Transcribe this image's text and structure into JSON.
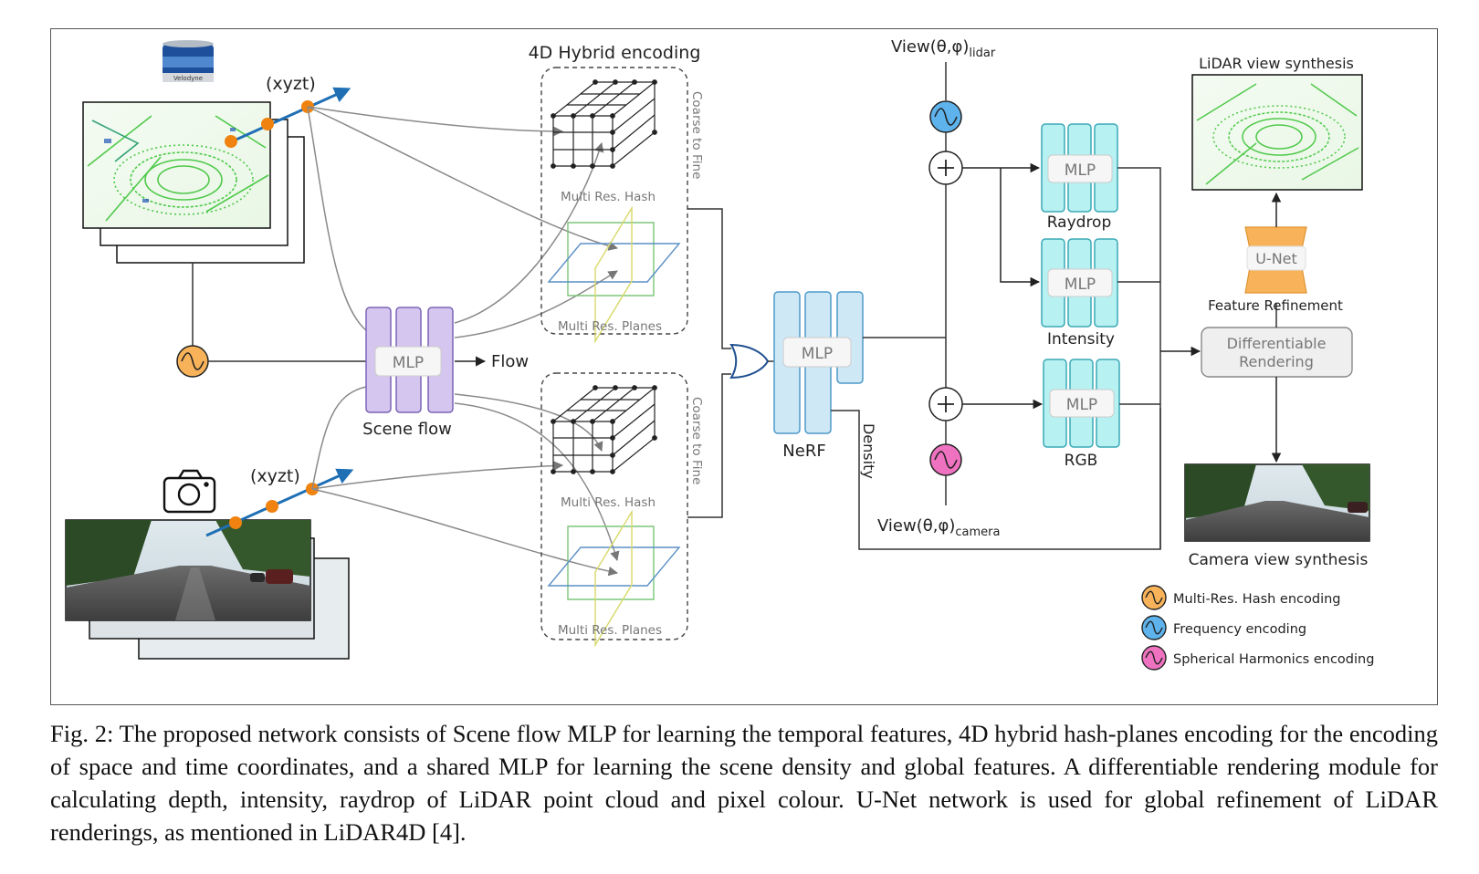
{
  "figure": {
    "labels": {
      "xyzt_top": "(xyzt)",
      "xyzt_bottom": "(xyzt)",
      "hybrid_title": "4D Hybrid encoding",
      "coarse_to_fine_top": "Coarse to Fine",
      "coarse_to_fine_bottom": "Coarse to Fine",
      "hash_top": "Multi Res. Hash",
      "planes_top": "Multi Res. Planes",
      "hash_bottom": "Multi Res. Hash",
      "planes_bottom": "Multi Res. Planes",
      "mlp_scene": "MLP",
      "scene_flow": "Scene flow",
      "flow": "Flow",
      "mlp_nerf": "MLP",
      "nerf": "NeRF",
      "density": "Density",
      "view_lidar": "View(θ,φ)",
      "view_lidar_sub": "lidar",
      "view_camera": "View(θ,φ)",
      "view_camera_sub": "camera",
      "mlp_raydrop": "MLP",
      "raydrop": "Raydrop",
      "mlp_intensity": "MLP",
      "intensity": "Intensity",
      "mlp_rgb": "MLP",
      "rgb": "RGB",
      "lidar_synthesis": "LiDAR view synthesis",
      "unet": "U-Net",
      "feature_refinement": "Feature Refinement",
      "diff_rendering_1": "Differentiable",
      "diff_rendering_2": "Rendering",
      "camera_synthesis": "Camera view synthesis",
      "velodyne": "Velodyne"
    },
    "legend": [
      {
        "label": "Multi-Res. Hash encoding",
        "color": "#f8b35a"
      },
      {
        "label": "Frequency encoding",
        "color": "#5eb3ec"
      },
      {
        "label": "Spherical Harmonics encoding",
        "color": "#ef72c0"
      }
    ],
    "colors": {
      "orange_dot": "#f0820f",
      "axis_blue": "#1f6fb5",
      "scene_flow_mlp": "#d5c6ef",
      "nerf_mlp": "#cfe8f5",
      "head_mlp": "#b8f1f2",
      "unet": "#f8b35a"
    }
  },
  "caption": "Fig. 2: The proposed network consists of Scene flow MLP for learning the temporal features, 4D hybrid hash-planes encoding for the encoding of space and time coordinates, and a shared MLP for learning the scene density and global features. A differentiable rendering module for calculating depth, intensity, raydrop of LiDAR point cloud and pixel colour. U-Net network is used for global refinement of LiDAR renderings, as mentioned in LiDAR4D [4]."
}
